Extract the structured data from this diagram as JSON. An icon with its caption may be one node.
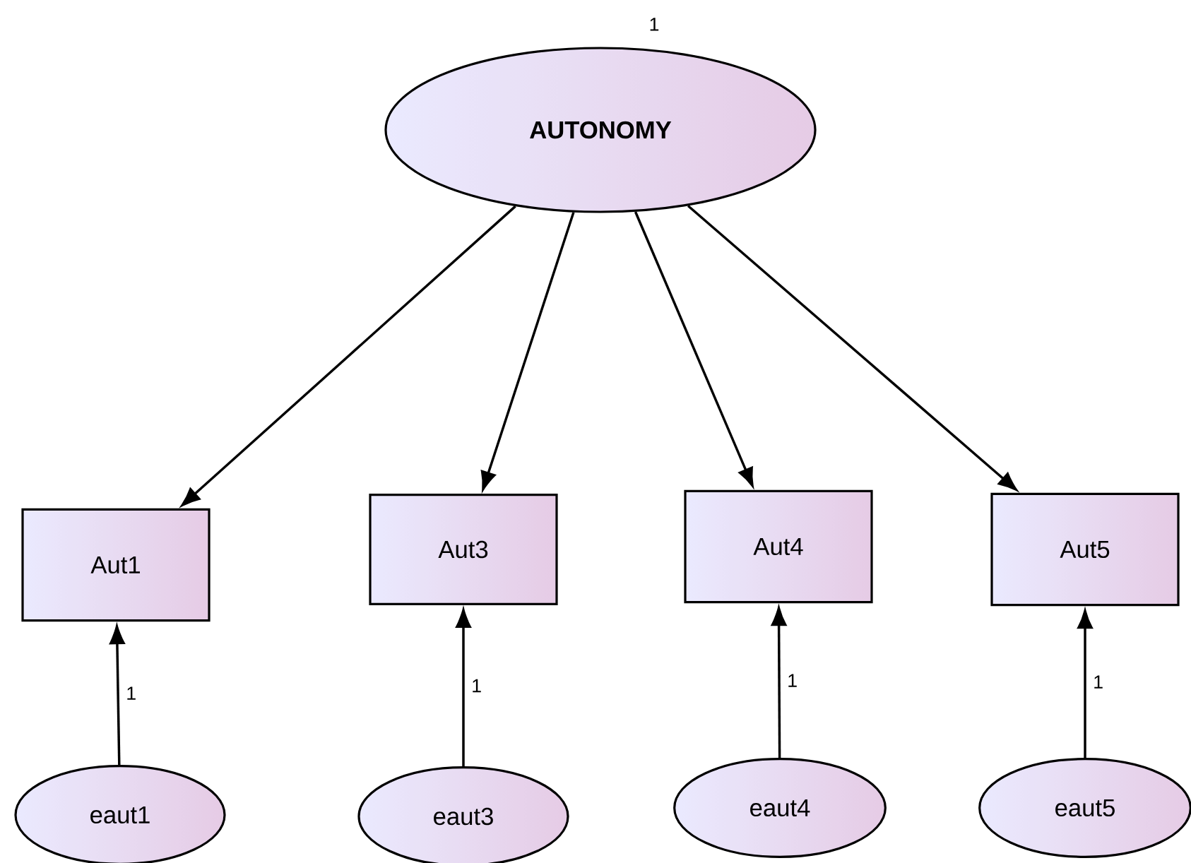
{
  "diagram": {
    "nodes": [
      {
        "text": [
          "AUTONOMY"
        ],
        "beside": [
          "1"
        ]
      },
      {
        "text": [
          "Aut1"
        ]
      },
      {
        "text": [
          "Aut3"
        ]
      },
      {
        "text": [
          "Aut4"
        ]
      },
      {
        "text": [
          "Aut5"
        ]
      },
      {
        "text": [
          "eaut1"
        ]
      },
      {
        "text": [
          "eaut3"
        ]
      },
      {
        "text": [
          "eaut4"
        ]
      },
      {
        "text": [
          "eaut5"
        ]
      }
    ],
    "edges": [
      {
        "from": 0,
        "to": 1,
        "arrow": "to"
      },
      {
        "from": 0,
        "to": 2,
        "arrow": "to"
      },
      {
        "from": 0,
        "to": 3,
        "arrow": "to"
      },
      {
        "from": 0,
        "to": 4,
        "arrow": "to"
      },
      {
        "from": 5,
        "to": 1,
        "arrow": "to",
        "label": "1"
      },
      {
        "from": 6,
        "to": 2,
        "arrow": "to",
        "label": "1"
      },
      {
        "from": 7,
        "to": 3,
        "arrow": "to",
        "label": "1"
      },
      {
        "from": 8,
        "to": 4,
        "arrow": "to",
        "label": "1"
      }
    ]
  }
}
